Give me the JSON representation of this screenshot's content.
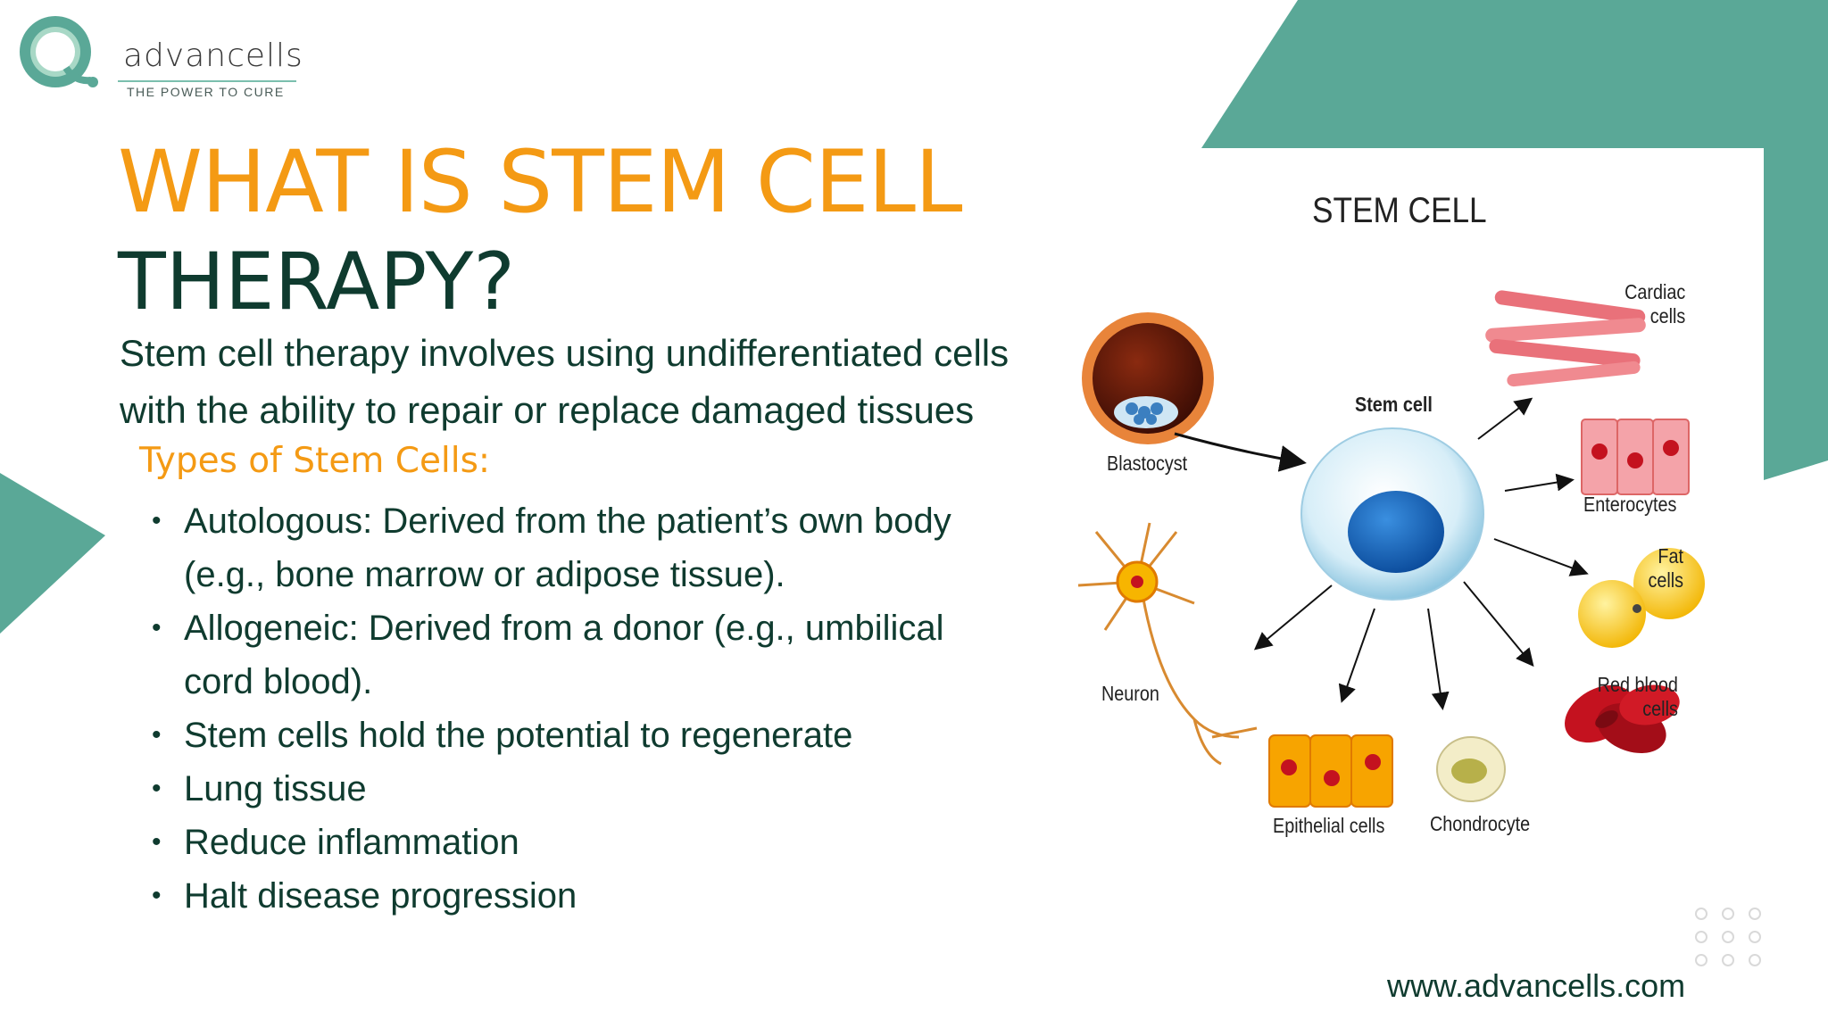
{
  "logo": {
    "wordmark": "advancells",
    "tagline": "THE POWER TO CURE"
  },
  "heading": {
    "line1": "WHAT IS STEM CELL",
    "line2": "THERAPY?"
  },
  "intro": {
    "line1": "Stem cell therapy involves using undifferentiated cells",
    "line2": "with the ability to repair or replace damaged tissues"
  },
  "types_heading": "Types of Stem Cells:",
  "bullets": [
    "Autologous: Derived from the patient’s own body (e.g., bone marrow or adipose tissue).",
    "Allogeneic: Derived from a donor (e.g., umbilical cord blood).",
    "Stem cells hold the potential to regenerate",
    "Lung tissue",
    "Reduce inflammation",
    "Halt disease progression"
  ],
  "diagram": {
    "title": "STEM CELL",
    "center_label": "Stem cell",
    "labels": {
      "blastocyst": "Blastocyst",
      "cardiac_1": "Cardiac",
      "cardiac_2": "cells",
      "enterocytes": "Enterocytes",
      "fat_1": "Fat",
      "fat_2": "cells",
      "rbc_1": "Red blood",
      "rbc_2": "cells",
      "chondrocyte": "Chondrocyte",
      "epithelial": "Epithelial cells",
      "neuron": "Neuron"
    }
  },
  "website": "www.advancells.com",
  "colors": {
    "teal": "#5aa897",
    "orange": "#f49a14",
    "dark_green": "#0f3b2f"
  }
}
